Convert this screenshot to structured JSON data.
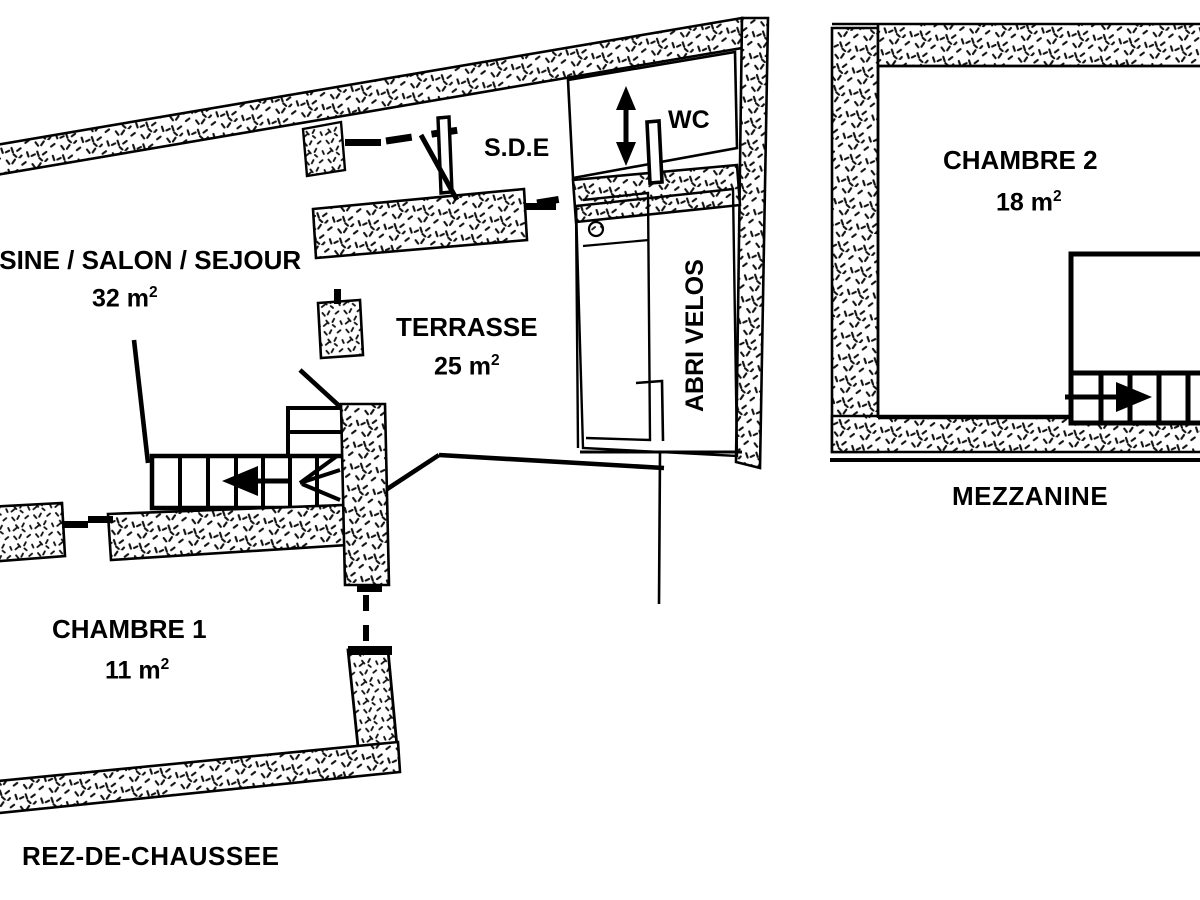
{
  "document": {
    "type": "architectural-floor-plan",
    "style": "black-and-white line drawing with hatched walls"
  },
  "floors": [
    {
      "id": "rez-de-chaussee",
      "title": "REZ-DE-CHAUSSEE",
      "rooms": [
        {
          "id": "cuisine-salon-sejour",
          "name": "ISINE / SALON / SEJOUR",
          "area": "32 m",
          "area_unit_sup": "2",
          "truncated_left": true
        },
        {
          "id": "terrasse",
          "name": "TERRASSE",
          "area": "25 m",
          "area_unit_sup": "2"
        },
        {
          "id": "chambre-1",
          "name": "CHAMBRE 1",
          "area": "11 m",
          "area_unit_sup": "2"
        },
        {
          "id": "sde",
          "name": "S.D.E",
          "area": "",
          "area_unit_sup": ""
        },
        {
          "id": "wc",
          "name": "WC",
          "area": "",
          "area_unit_sup": ""
        },
        {
          "id": "abri-velos",
          "name": "ABRI VELOS",
          "area": "",
          "area_unit_sup": "",
          "orientation": "vertical"
        }
      ]
    },
    {
      "id": "mezzanine",
      "title": "MEZZANINE",
      "rooms": [
        {
          "id": "chambre-2",
          "name": "CHAMBRE 2",
          "area": "18 m",
          "area_unit_sup": "2"
        }
      ]
    }
  ],
  "symbols": [
    {
      "id": "stair-ground",
      "kind": "staircase",
      "arrow": "left",
      "label": ""
    },
    {
      "id": "stair-mezzanine",
      "kind": "staircase",
      "arrow": "right",
      "label": ""
    },
    {
      "id": "wc-dimension-arrow",
      "kind": "double-arrow",
      "direction": "vertical",
      "label": ""
    },
    {
      "id": "column-square",
      "kind": "column",
      "label": ""
    }
  ],
  "colors": {
    "ink": "#000000",
    "paper": "#ffffff",
    "hatch": "#1a1a1a"
  }
}
